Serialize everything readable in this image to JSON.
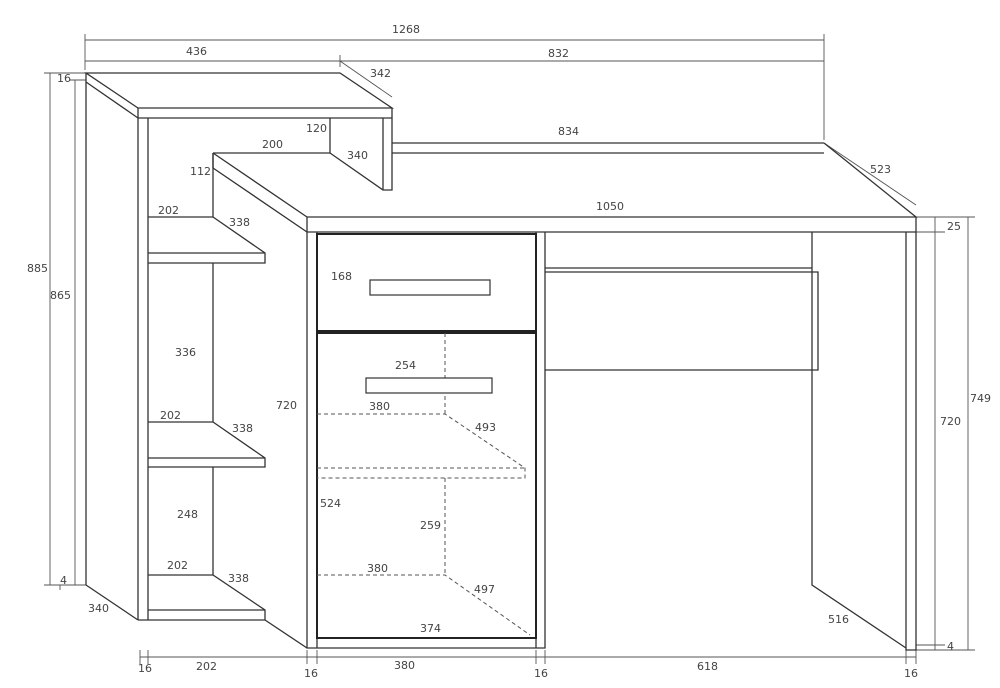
{
  "title": "Desk with shelving unit – dimension drawing",
  "colors": {
    "line": "#333333",
    "dimension": "#555555",
    "background": "#ffffff"
  },
  "dimensions": {
    "overall_width": "1268",
    "top_shelf_width": "436",
    "top_span": "832",
    "top_shelf_depth": "342",
    "upper_panel_height": "120",
    "step_width": "200",
    "upper_panel_depth": "340",
    "rear_top_width": "834",
    "desk_depth": "523",
    "step_height": "112",
    "desktop_width": "1050",
    "desktop_thickness": "25",
    "shelf1_width": "202",
    "shelf1_depth": "338",
    "drawer_height": "168",
    "total_height": "885",
    "side_height": "865",
    "shelf_gap_upper": "336",
    "door_upper": "254",
    "cabinet_height": "720",
    "inner_shelf_width": "380",
    "inner_shelf_depth": "493",
    "shelf2_width": "202",
    "shelf2_depth": "338",
    "right_height": "720",
    "desk_height": "749",
    "cabinet_inner_height": "524",
    "shelf_gap_lower": "248",
    "door_lower": "259",
    "shelf3_width": "202",
    "inner_bottom_width": "380",
    "shelf3_depth": "338",
    "inner_bottom_depth": "497",
    "foot_gap": "4",
    "base_depth": "340",
    "cabinet_bottom": "374",
    "leg_depth": "516",
    "foot_gap_right": "4",
    "bottom_side_1": "16",
    "bottom_shelf_span": "202",
    "bottom_side_2": "16",
    "bottom_cabinet": "380",
    "bottom_side_3": "16",
    "bottom_knee": "618",
    "bottom_side_4": "16",
    "top_thickness": "16"
  }
}
